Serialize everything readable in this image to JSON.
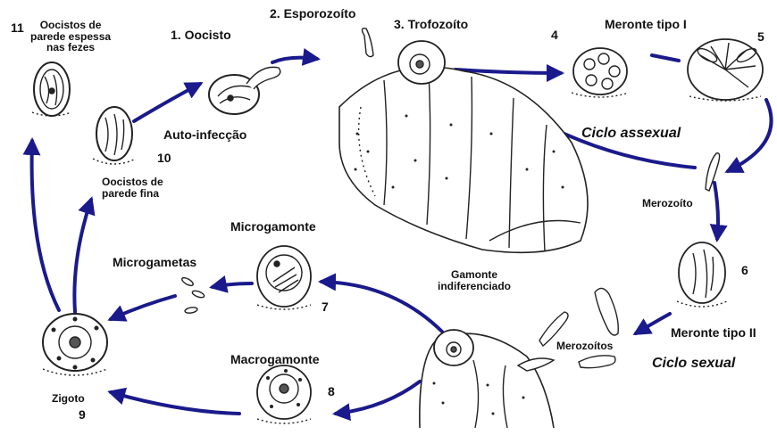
{
  "labels": {
    "n11": "11",
    "thick_oocysts": "Oocistos de\nparede espessa\nnas fezes",
    "oocyst": "1. Oocisto",
    "sporozoite": "2. Esporozoíto",
    "trophozoite": "3. Trofozoíto",
    "n4": "4",
    "meront1": "Meronte tipo I",
    "n5": "5",
    "autoinfection": "Auto-infecção",
    "n10": "10",
    "asexual_cycle": "Ciclo assexual",
    "thin_oocysts": "Oocistos de\nparede fina",
    "merozoite": "Merozoíto",
    "microgamont": "Microgamonte",
    "microgametes": "Microgametas",
    "gamont": "Gamonte\nindiferenciado",
    "n6": "6",
    "n7": "7",
    "merozoites": "Merozoítos",
    "meront2": "Meronte tipo II",
    "sexual_cycle": "Ciclo sexual",
    "macrogamont": "Macrogamonte",
    "n8": "8",
    "zygote": "Zigoto",
    "n9": "9"
  },
  "colors": {
    "arrow": "#1a1a8c",
    "ink": "#222222"
  }
}
